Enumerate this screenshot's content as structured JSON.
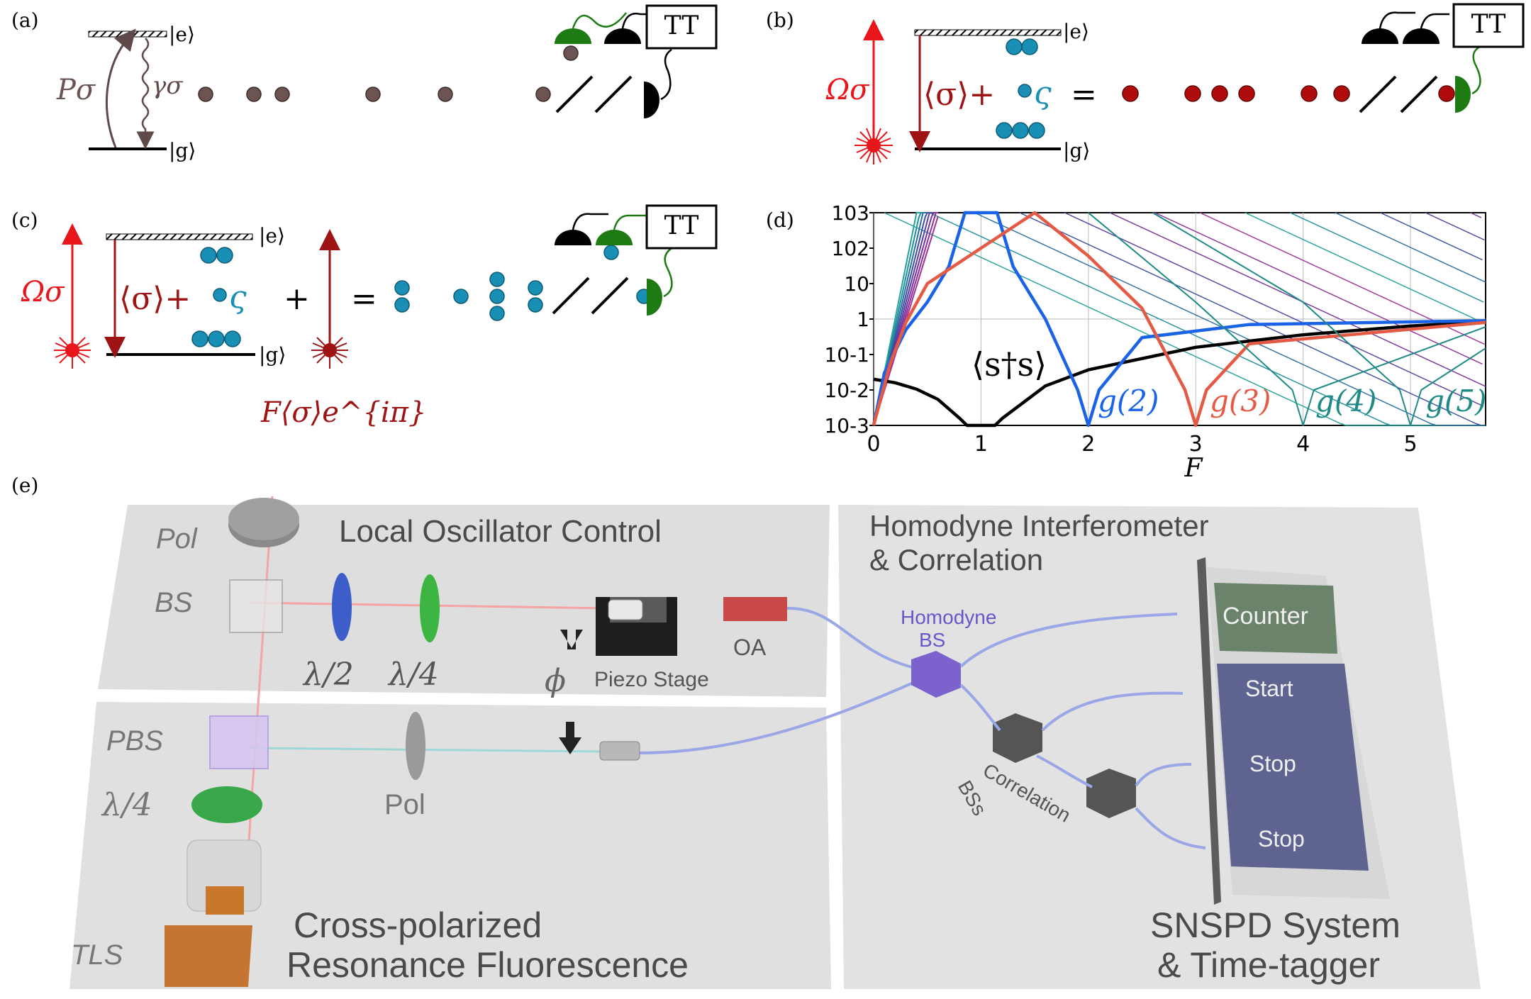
{
  "panels": {
    "a": {
      "label": "(a)",
      "excited": "|e⟩",
      "ground": "|g⟩",
      "pump": "Pσ",
      "decay": "γσ",
      "tt": "TT"
    },
    "b": {
      "label": "(b)",
      "excited": "|e⟩",
      "ground": "|g⟩",
      "drive": "Ωσ",
      "sigma": "⟨σ⟩+",
      "varsigma": "ς",
      "equals": "=",
      "tt": "TT"
    },
    "c": {
      "label": "(c)",
      "excited": "|e⟩",
      "ground": "|g⟩",
      "drive": "Ωσ",
      "sigma": "⟨σ⟩+",
      "varsigma": "ς",
      "plus": "+",
      "equals": "=",
      "lo": "F⟨σ⟩e^{iπ}",
      "tt": "TT"
    },
    "d": {
      "label": "(d)",
      "xlabel": "F",
      "annotations": {
        "occ": "⟨s†s⟩",
        "g2": "g(2)",
        "g3": "g(3)",
        "g4": "g(4)",
        "g5": "g(5)"
      }
    },
    "e": {
      "label": "(e)",
      "lo_title": "Local Oscillator Control",
      "hom_title_1": "Homodyne Interferometer",
      "hom_title_2": "& Correlation",
      "rf_title_1": "Cross-polarized",
      "rf_title_2": "Resonance Fluorescence",
      "snspd_title_1": "SNSPD System",
      "snspd_title_2": "& Time-tagger",
      "pol_top": "Pol",
      "bs": "BS",
      "half_wave": "λ/2",
      "quarter_wave": "λ/4",
      "phi": "ϕ",
      "piezo": "Piezo Stage",
      "oa": "OA",
      "pbs": "PBS",
      "quarter_wave_2": "λ/4",
      "pol_bottom": "Pol",
      "tls": "TLS",
      "homodyne_bs_1": "Homodyne",
      "homodyne_bs_2": "BS",
      "corr_bs_1": "Correlation",
      "corr_bs_2": "BSs",
      "counter": "Counter",
      "start": "Start",
      "stop1": "Stop",
      "stop2": "Stop"
    }
  },
  "chart_data": {
    "type": "line",
    "xlabel": "F",
    "ylabel": "",
    "xlim": [
      0,
      5.7
    ],
    "ylim": [
      0.001,
      1000
    ],
    "yscale": "log",
    "x_ticks": [
      "0",
      "1",
      "2",
      "3",
      "4",
      "5"
    ],
    "y_ticks": [
      "10^-3",
      "10^-2",
      "10^-1",
      "1",
      "10",
      "10^2",
      "10^3"
    ],
    "series": [
      {
        "name": "⟨s†s⟩",
        "color": "#000000",
        "x": [
          0,
          0.2,
          0.4,
          0.6,
          0.8,
          0.87,
          1.13,
          1.2,
          1.6,
          2.0,
          3.0,
          4.0,
          5.0,
          5.7
        ],
        "y": [
          0.02,
          0.016,
          0.0105,
          0.0054,
          0.0016,
          0.001,
          0.001,
          0.0016,
          0.013,
          0.037,
          0.16,
          0.36,
          0.64,
          0.83
        ]
      },
      {
        "name": "g(2)",
        "color": "#1a63e6",
        "x": [
          0,
          0.1,
          0.3,
          0.5,
          0.7,
          0.85,
          1.15,
          1.3,
          1.6,
          1.9,
          2.0,
          2.1,
          2.5,
          3.5,
          5.7
        ],
        "y": [
          0.001,
          0.03,
          0.5,
          3,
          30,
          1000,
          1000,
          30,
          1,
          0.01,
          0.001,
          0.01,
          0.3,
          0.7,
          0.9
        ]
      },
      {
        "name": "g(3)",
        "color": "#e45a45",
        "x": [
          0,
          0.15,
          0.3,
          0.5,
          1.5,
          2.0,
          2.5,
          2.9,
          3.0,
          3.1,
          3.5,
          5.7
        ],
        "y": [
          0.001,
          0.05,
          0.8,
          10,
          1000,
          60,
          2,
          0.01,
          0.001,
          0.01,
          0.2,
          0.8
        ]
      },
      {
        "name": "g(4)",
        "color": "#1d8a84",
        "x": [
          2.0,
          3.0,
          3.9,
          4.0,
          4.1,
          5.7
        ],
        "y": [
          1000,
          3,
          0.01,
          0.001,
          0.01,
          0.6
        ]
      },
      {
        "name": "g(5)",
        "color": "#1d8a84",
        "x": [
          2.6,
          4.0,
          4.9,
          5.0,
          5.1,
          5.7
        ],
        "y": [
          1000,
          3,
          0.01,
          0.001,
          0.01,
          0.15
        ]
      }
    ]
  }
}
